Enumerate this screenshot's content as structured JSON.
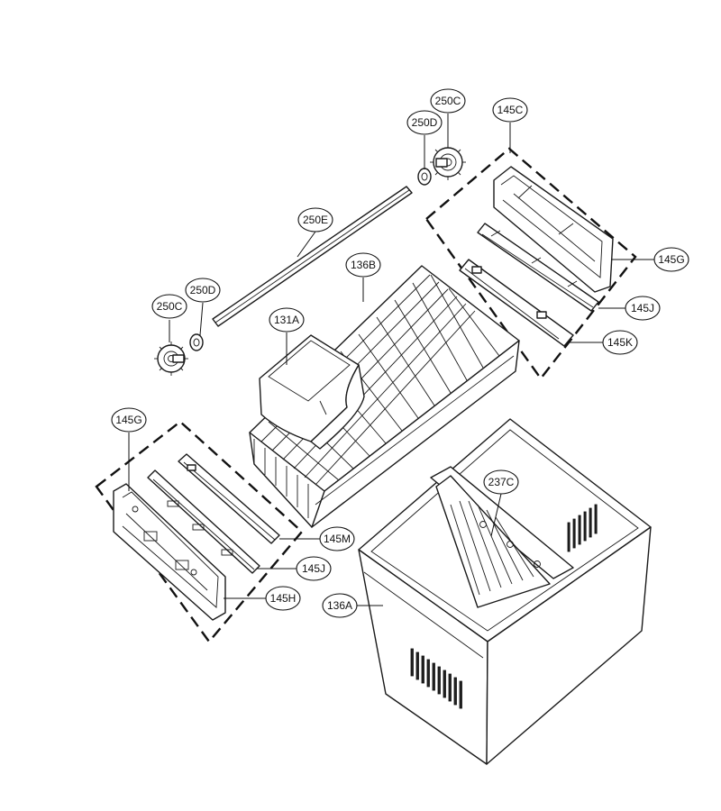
{
  "callouts": [
    {
      "id": "c-250c-top",
      "label": "250C"
    },
    {
      "id": "c-250d-top",
      "label": "250D"
    },
    {
      "id": "c-145c",
      "label": "145C"
    },
    {
      "id": "c-250e",
      "label": "250E"
    },
    {
      "id": "c-145g-right",
      "label": "145G"
    },
    {
      "id": "c-136b",
      "label": "136B"
    },
    {
      "id": "c-250d-left",
      "label": "250D"
    },
    {
      "id": "c-250c-left",
      "label": "250C"
    },
    {
      "id": "c-131a",
      "label": "131A"
    },
    {
      "id": "c-145j-right",
      "label": "145J"
    },
    {
      "id": "c-145k",
      "label": "145K"
    },
    {
      "id": "c-145g-left",
      "label": "145G"
    },
    {
      "id": "c-237c",
      "label": "237C"
    },
    {
      "id": "c-145m",
      "label": "145M"
    },
    {
      "id": "c-145j-left",
      "label": "145J"
    },
    {
      "id": "c-145h",
      "label": "145H"
    },
    {
      "id": "c-136a",
      "label": "136A"
    }
  ]
}
